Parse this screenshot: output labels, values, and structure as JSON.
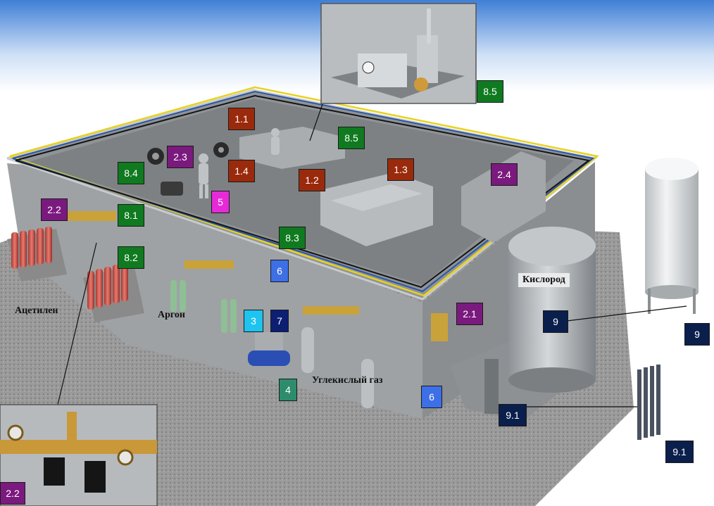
{
  "colors": {
    "purple": "#7b1a7e",
    "green": "#0f7a1f",
    "brown": "#9a2a0c",
    "magenta": "#e62ad8",
    "blue": "#3d6fe6",
    "cyan": "#1ec3ef",
    "navy": "#0d1f72",
    "teal": "#2d8c6c",
    "darknavy": "#0a1f4c"
  },
  "tags": [
    {
      "id": "2.2",
      "color": "purple"
    },
    {
      "id": "8.4",
      "color": "green"
    },
    {
      "id": "2.3",
      "color": "purple"
    },
    {
      "id": "1.1",
      "color": "brown"
    },
    {
      "id": "1.4",
      "color": "brown"
    },
    {
      "id": "1.2",
      "color": "brown"
    },
    {
      "id": "8.5",
      "color": "green"
    },
    {
      "id": "1.3",
      "color": "brown"
    },
    {
      "id": "2.4",
      "color": "purple"
    },
    {
      "id": "8.1",
      "color": "green"
    },
    {
      "id": "8.2",
      "color": "green"
    },
    {
      "id": "5",
      "color": "magenta"
    },
    {
      "id": "8.3",
      "color": "green"
    },
    {
      "id": "6",
      "color": "blue"
    },
    {
      "id": "3",
      "color": "cyan"
    },
    {
      "id": "7",
      "color": "navy"
    },
    {
      "id": "2.1",
      "color": "purple"
    },
    {
      "id": "4",
      "color": "teal"
    },
    {
      "id": "6",
      "color": "blue"
    },
    {
      "id": "9",
      "color": "darknavy"
    },
    {
      "id": "9",
      "color": "darknavy"
    },
    {
      "id": "9.1",
      "color": "darknavy"
    },
    {
      "id": "9.1",
      "color": "darknavy"
    },
    {
      "id": "8.5",
      "color": "green"
    },
    {
      "id": "2.2",
      "color": "purple"
    }
  ],
  "gas_labels": {
    "acetylene": "Ацетилен",
    "argon": "Аргон",
    "co2": "Углекислый газ",
    "oxygen": "Кислород"
  }
}
